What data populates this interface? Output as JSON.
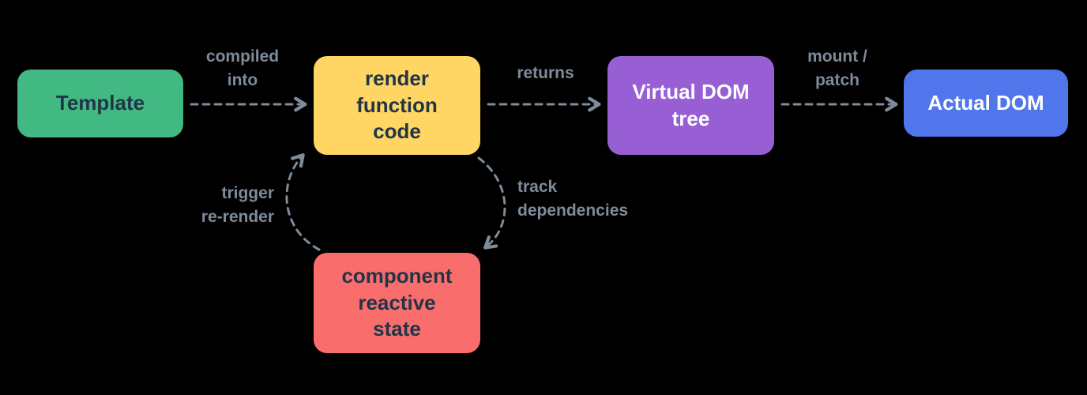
{
  "diagram": {
    "name": "render-pipeline",
    "colors": {
      "background": "#000000",
      "arrow": "#7E8B99",
      "edge_label_text": "#7E8B99",
      "node_text_dark": "#213547",
      "node_text_light": "#FFFFFF",
      "template_node": "#42B883",
      "render_function_node": "#FFD563",
      "virtual_dom_node": "#975FD3",
      "actual_dom_node": "#5176EC",
      "reactive_state_node": "#FA6D6D"
    },
    "nodes": {
      "template": {
        "label": "Template"
      },
      "render_function": {
        "label": "render\nfunction\ncode"
      },
      "virtual_dom": {
        "label": "Virtual DOM\ntree"
      },
      "actual_dom": {
        "label": "Actual DOM"
      },
      "reactive_state": {
        "label": "component\nreactive\nstate"
      }
    },
    "edges": {
      "compiled_into": {
        "label": "compiled\ninto"
      },
      "returns": {
        "label": "returns"
      },
      "mount_patch": {
        "label": "mount /\npatch"
      },
      "trigger_rerender": {
        "label": "trigger\nre-render"
      },
      "track_dependencies": {
        "label": "track\ndependencies"
      }
    }
  }
}
